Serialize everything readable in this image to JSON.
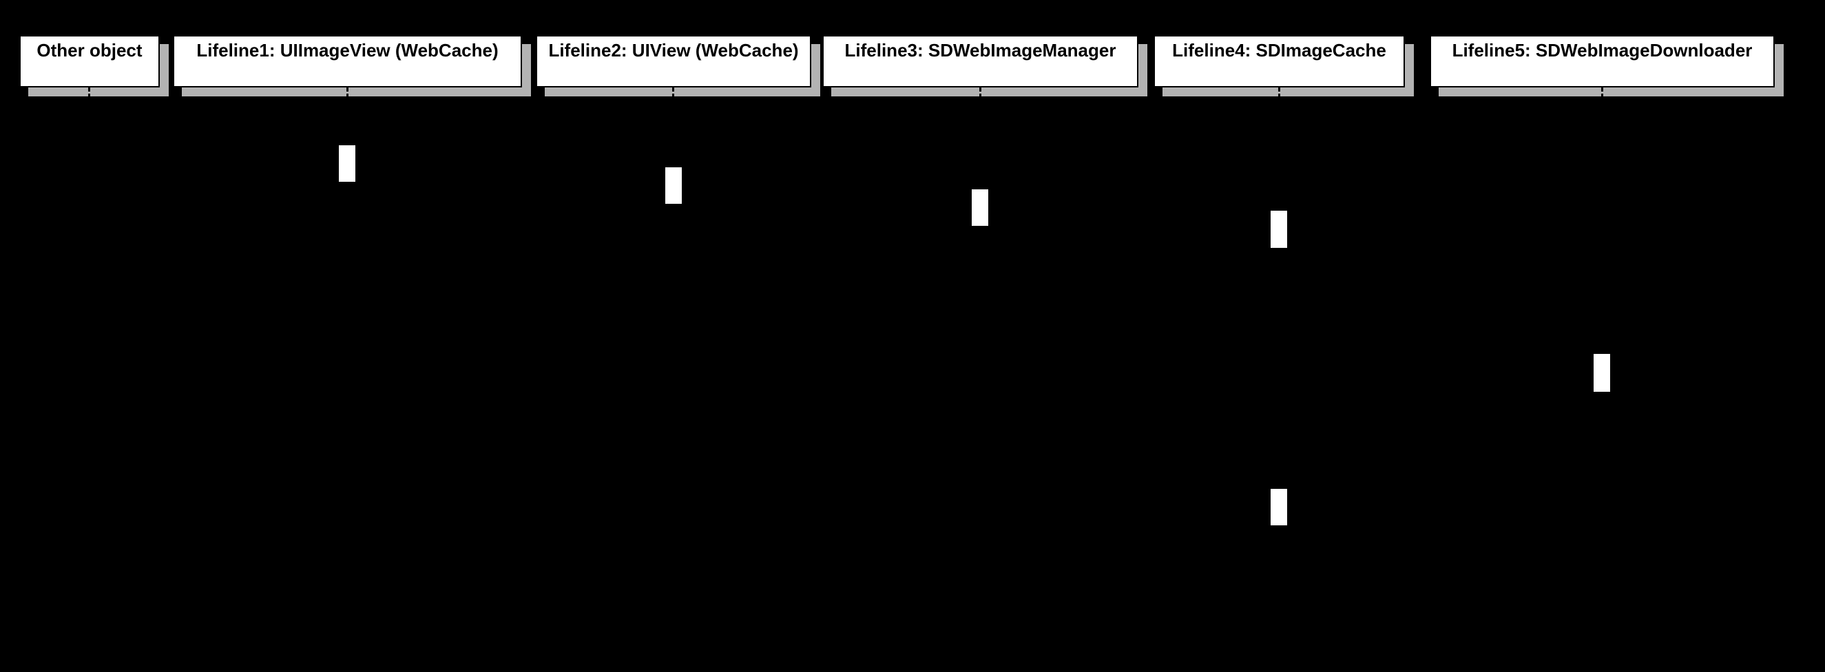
{
  "diagram": {
    "kind": "UML sequence diagram",
    "background_color": "#000000",
    "colors": {
      "box_fill": "#ffffff",
      "box_border": "#000000",
      "box_shadow_gray": "#b3b3b3",
      "label_text": "#000000",
      "activation_fill": "#ffffff",
      "lifeline_line": "#000000"
    },
    "lifelines": [
      {
        "id": "other-object",
        "label": "Other object"
      },
      {
        "id": "lifeline1",
        "label": "Lifeline1: UIImageView (WebCache)"
      },
      {
        "id": "lifeline2",
        "label": "Lifeline2: UIView (WebCache)"
      },
      {
        "id": "lifeline3",
        "label": "Lifeline3: SDWebImageManager"
      },
      {
        "id": "lifeline4",
        "label": "Lifeline4: SDImageCache"
      },
      {
        "id": "lifeline5",
        "label": "Lifeline5: SDWebImageDownloader"
      }
    ],
    "activations": [
      {
        "lifeline": "lifeline1"
      },
      {
        "lifeline": "lifeline2"
      },
      {
        "lifeline": "lifeline3"
      },
      {
        "lifeline": "lifeline4"
      },
      {
        "lifeline": "lifeline5"
      },
      {
        "lifeline": "lifeline4"
      }
    ]
  }
}
